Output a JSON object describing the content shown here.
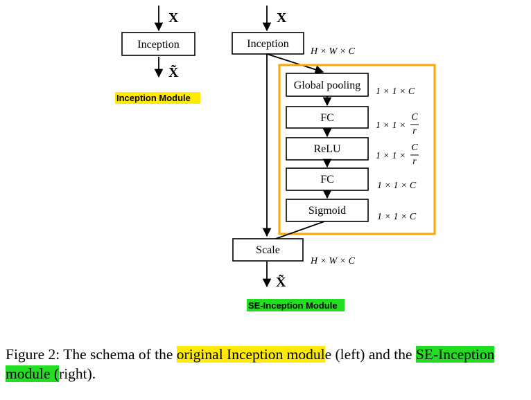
{
  "colors": {
    "se_block_border": "#ffa500",
    "highlight_yellow": "#ffea00",
    "highlight_green": "#22dd22"
  },
  "left_module": {
    "input_label": "X",
    "block_label": "Inception",
    "output_label": "X̃",
    "module_title": {
      "prefix": "Inception Modul",
      "suffix": "e"
    }
  },
  "right_module": {
    "input_label": "X",
    "inception_label": "Inception",
    "inception_dim": "H × W × C",
    "global_pooling_label": "Global pooling",
    "global_pooling_dim": "1 × 1 × C",
    "fc1_label": "FC",
    "fc1_dim": {
      "prefix": "1 × 1 ×",
      "num": "C",
      "den": "r"
    },
    "relu_label": "ReLU",
    "relu_dim": {
      "prefix": "1 × 1 ×",
      "num": "C",
      "den": "r"
    },
    "fc2_label": "FC",
    "fc2_dim": "1 × 1 × C",
    "sigmoid_label": "Sigmoid",
    "sigmoid_dim": "1 × 1 × C",
    "scale_label": "Scale",
    "scale_dim": "H × W × C",
    "output_label": "X̃",
    "module_title": "SE-Inception Module"
  },
  "caption": {
    "part1": "Figure 2: The schema of the ",
    "hl1": "original Inception modul",
    "part2": "e (left) and the ",
    "hl2": "SE-Inception module (",
    "part3": "right)."
  }
}
